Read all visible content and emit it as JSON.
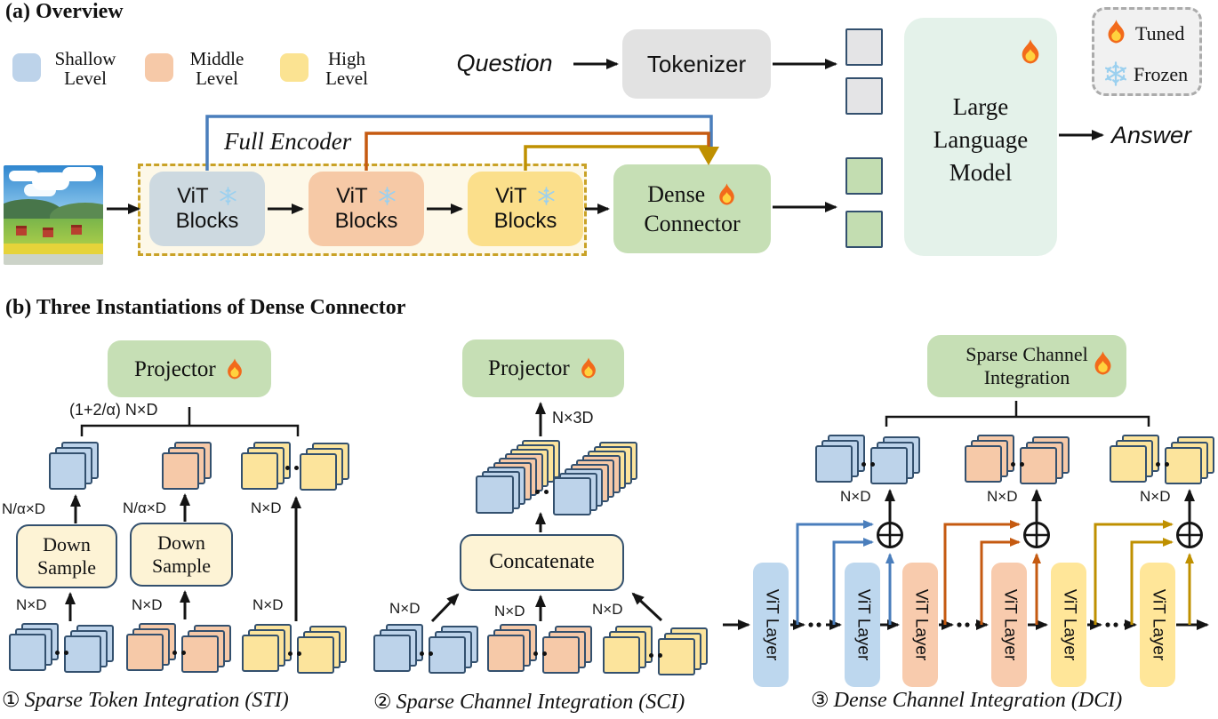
{
  "icons": {
    "flame": "flame-icon",
    "snowflake": "snowflake-icon"
  },
  "colors": {
    "shallow_blue": "#bdd3ea",
    "middle_orange": "#f6c9a8",
    "high_yellow": "#fbe392",
    "connector_green": "#c6dfb5",
    "cream_box": "#fdf3d5",
    "navy_border": "#33506e",
    "line_blue": "#4a7ebc",
    "line_orange": "#c55a11",
    "line_gold": "#bf9000",
    "tokenizer_gray": "#e2e2e2",
    "llm_mint": "#e4f2ea",
    "encoder_dash": "#c9a227"
  },
  "panel_a": {
    "title": "(a) Overview",
    "legend": [
      {
        "line1": "Shallow",
        "line2": "Level"
      },
      {
        "line1": "Middle",
        "line2": "Level"
      },
      {
        "line1": "High",
        "line2": "Level"
      }
    ],
    "question": "Question",
    "tokenizer": "Tokenizer",
    "full_encoder": "Full Encoder",
    "vit": "ViT",
    "blocks": "Blocks",
    "dense_line1": "Dense",
    "dense_line2": "Connector",
    "llm_line1": "Large",
    "llm_line2": "Language",
    "llm_line3": "Model",
    "tuned": "Tuned",
    "frozen": "Frozen",
    "answer": "Answer"
  },
  "panel_b": {
    "title": "(b) Three Instantiations of Dense Connector",
    "projector": "Projector",
    "dim_nd": "N×D",
    "sti": {
      "dim_top": "(1+2/α) N×D",
      "dim_na": "N/α×D",
      "down_line1": "Down",
      "down_line2": "Sample",
      "cap_num": "①",
      "caption": "Sparse Token Integration (STI)"
    },
    "sci": {
      "dim_top": "N×3D",
      "concatenate": "Concatenate",
      "cap_num": "②",
      "caption": "Sparse Channel Integration (SCI)"
    },
    "dci": {
      "box_line1": "Sparse Channel",
      "box_line2": "Integration",
      "vit_layer": "ViT Layer",
      "cap_num": "③",
      "caption": "Dense Channel Integration (DCI)"
    }
  }
}
